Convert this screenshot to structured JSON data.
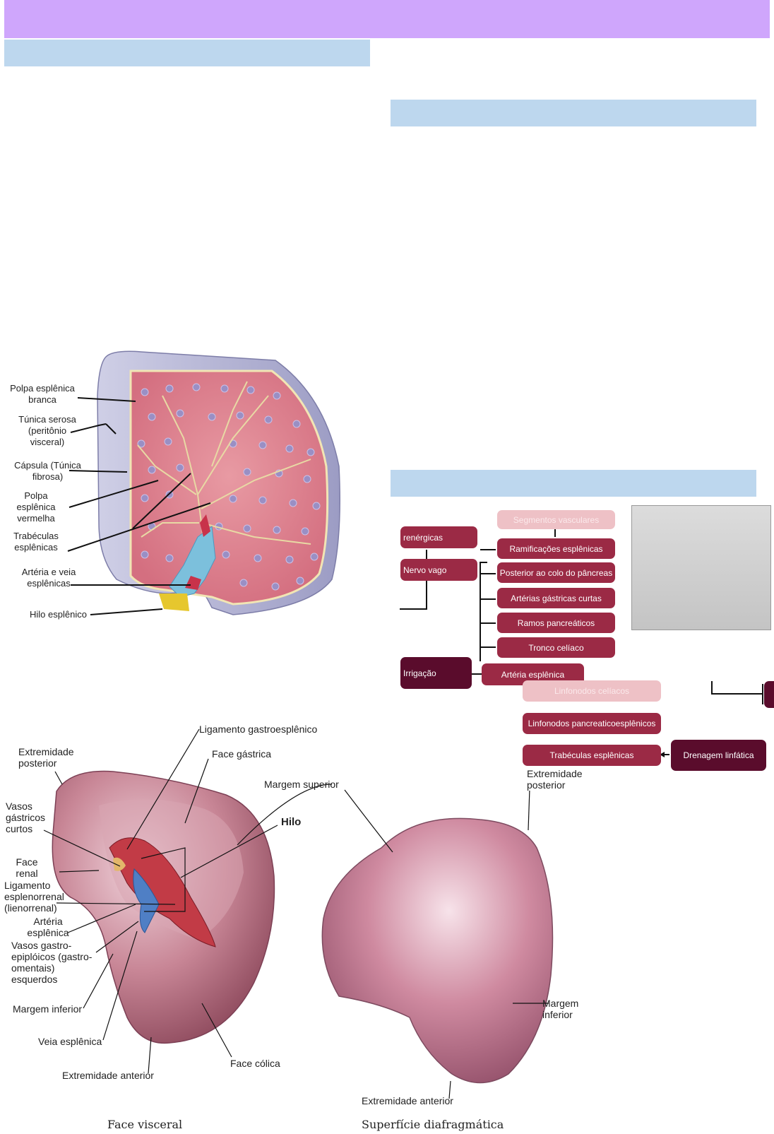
{
  "colors": {
    "header": "#cfa6fc",
    "section_bar": "#bdd7ee",
    "node_medium": "#9b2a45",
    "node_dark": "#5a0c2c",
    "node_light": "#eec1c6"
  },
  "figure1": {
    "labels": {
      "polpa_branca": "Polpa esplênica\nbranca",
      "tunica_serosa": "Túnica serosa\n(peritônio\nvisceral)",
      "capsula": "Cápsula (Túnica\nfibrosa)",
      "polpa_vermelha": "Polpa\nesplênica\nvermelha",
      "trabeculas": "Trabéculas\nesplênicas",
      "arteria_veia": "Artéria e veia\nesplênicas",
      "hilo": "Hilo esplênico"
    }
  },
  "diagram": {
    "nodes": {
      "adrenergicas": "renérgicas",
      "nervo_vago": "Nervo vago",
      "segmentos": "Segmentos vasculares",
      "ramificacoes": "Ramificações esplênicas",
      "posterior_colo": "Posterior ao colo do pâncreas",
      "gastricas_curtas": "Artérias gástricas curtas",
      "ramos_pancreaticos": "Ramos pancreáticos",
      "tronco_celiaco": "Tronco celíaco",
      "irrigacao": "Irrigação",
      "arteria_esplenica": "Artéria esplênica",
      "linfonodos_celiacos": "Linfonodos celíacos",
      "linfonodos_pancreatico": "Linfonodos pancreaticoesplênicos",
      "trabeculas_esplenicas": "Trabéculas esplênicas",
      "drenagem": "Drenagem linfática"
    }
  },
  "figure2": {
    "labels": {
      "lig_gastroesplenico": "Ligamento gastroesplênico",
      "ext_posterior_1": "Extremidade\nposterior",
      "face_gastrica": "Face gástrica",
      "margem_superior": "Margem superior",
      "vasos_gastricos": "Vasos\ngástricos\ncurtos",
      "hilo": "Hilo",
      "face_renal": "Face\nrenal",
      "lig_esplenorrenal": "Ligamento\nesplenorrenal\n(lienorrenal)",
      "arteria_esplenica": "Artéria\nesplênica",
      "vasos_gastro_epiploicos": "Vasos gastro-\nepiplóicos (gastro-\nomentais)\nesquerdos",
      "margem_inferior_1": "Margem inferior",
      "veia_esplenica": "Veia esplênica",
      "face_colica": "Face cólica",
      "ext_anterior_1": "Extremidade anterior",
      "ext_posterior_2": "Extremidade\nposterior",
      "margem_inferior_2": "Margem\ninferior",
      "ext_anterior_2": "Extremidade anterior"
    },
    "captions": {
      "left": "Face visceral",
      "right": "Superfície diafragmática"
    }
  }
}
